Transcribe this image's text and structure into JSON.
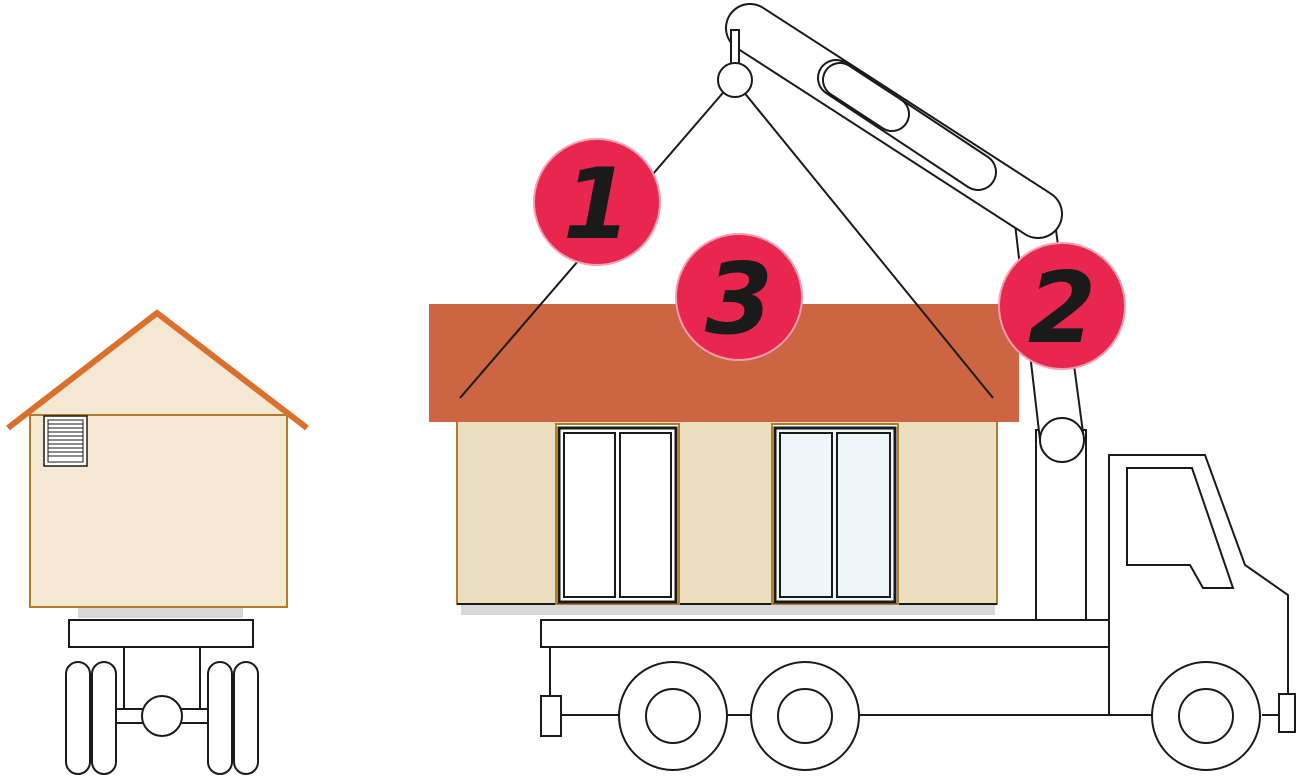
{
  "badges": [
    {
      "id": "1",
      "label": "1"
    },
    {
      "id": "2",
      "label": "2"
    },
    {
      "id": "3",
      "label": "3"
    }
  ],
  "colors": {
    "background": "#ffffff",
    "badge_fill": "#e8264e",
    "badge_text": "#1a1a1a",
    "roof_module": "#cd6542",
    "wall": "#ecdfc0",
    "small_house_wall": "#f4e8d2",
    "small_roof_edge": "#d9702e",
    "frame_outline": "#b07c2a",
    "window_glass_light": "#eef6fa",
    "ground_shadow": "#d8d8d8",
    "line": "#1a1a1a"
  },
  "icons": [
    "crane-truck-icon",
    "small-house-on-trailer-icon"
  ]
}
